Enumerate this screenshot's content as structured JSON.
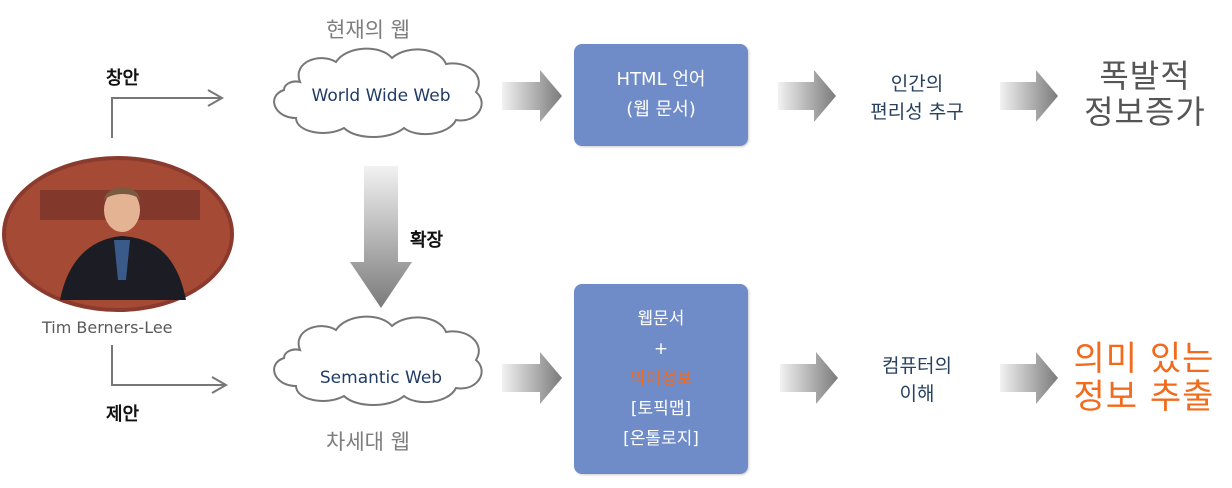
{
  "left": {
    "proposal_top": "창안",
    "proposal_bottom": "제안",
    "person_name": "Tim Berners-Lee"
  },
  "top_row": {
    "caption": "현재의 웹",
    "cloud": "World Wide Web",
    "box_line1": "HTML 언어",
    "box_line2": "(웹 문서)",
    "mid_line1": "인간의",
    "mid_line2": "편리성 추구",
    "result_line1": "폭발적",
    "result_line2": "정보증가"
  },
  "expand_label": "확장",
  "bottom_row": {
    "caption": "차세대 웹",
    "cloud": "Semantic Web",
    "box_lines": [
      "웹문서",
      "+",
      "의미정보",
      "[토픽맵]",
      "[온톨로지]"
    ],
    "mid_line1": "컴퓨터의",
    "mid_line2": "이해",
    "result_line1": "의미 있는",
    "result_line2": "정보 추출"
  },
  "colors": {
    "box_fill": "#6f8cc8",
    "accent_orange": "#f26b1d",
    "arrow_gray": "#8c8c8c"
  }
}
